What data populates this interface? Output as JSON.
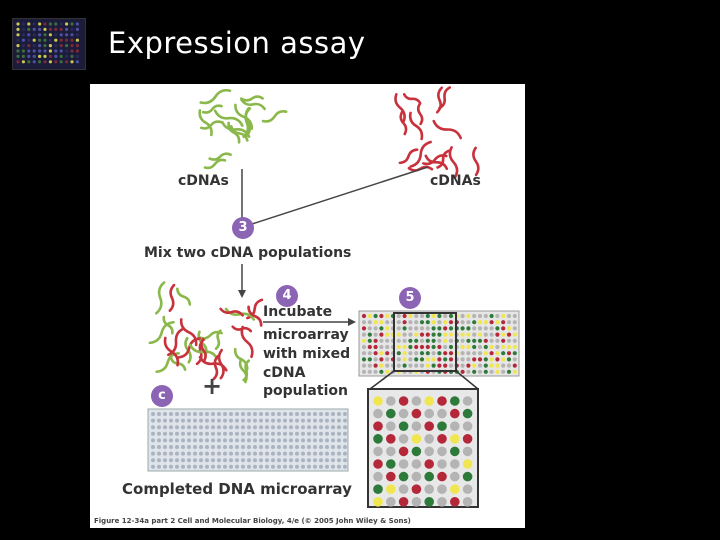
{
  "slide": {
    "title": "Expression assay"
  },
  "figure": {
    "cdna_left_label": "cDNAs",
    "cdna_right_label": "cDNAs",
    "step3_badge": "3",
    "mix_label": "Mix two cDNA populations",
    "step4_badge": "4",
    "incubate_lines": [
      "Incubate",
      "microarray",
      "with mixed",
      "cDNA",
      "population"
    ],
    "step5_badge": "5",
    "stepc_badge": "c",
    "plus_sign": "+",
    "completed_label": "Completed DNA microarray",
    "caption": "Figure 12-34a part 2  Cell and Molecular Biology, 4/e (© 2005 John Wiley & Sons)"
  },
  "colors": {
    "green_cdna": "#8ab84a",
    "red_cdna": "#c8323c",
    "badge": "#8c64b4",
    "spot_red": "#b4283a",
    "spot_green": "#2e7a3a",
    "spot_yellow": "#f0e650",
    "spot_gray": "#b4b4b4"
  },
  "zoom_grid_pattern": [
    [
      "yellow",
      "gray",
      "red",
      "gray",
      "yellow",
      "red",
      "green",
      "gray"
    ],
    [
      "gray",
      "green",
      "gray",
      "red",
      "gray",
      "gray",
      "red",
      "green"
    ],
    [
      "red",
      "gray",
      "green",
      "gray",
      "red",
      "green",
      "gray",
      "gray"
    ],
    [
      "green",
      "red",
      "gray",
      "yellow",
      "gray",
      "red",
      "yellow",
      "red"
    ],
    [
      "gray",
      "gray",
      "red",
      "green",
      "gray",
      "gray",
      "green",
      "gray"
    ],
    [
      "red",
      "green",
      "gray",
      "gray",
      "red",
      "gray",
      "gray",
      "yellow"
    ],
    [
      "gray",
      "red",
      "green",
      "gray",
      "green",
      "red",
      "gray",
      "green"
    ],
    [
      "green",
      "yellow",
      "gray",
      "red",
      "gray",
      "gray",
      "yellow",
      "gray"
    ],
    [
      "yellow",
      "gray",
      "red",
      "gray",
      "green",
      "gray",
      "red",
      "gray"
    ]
  ]
}
